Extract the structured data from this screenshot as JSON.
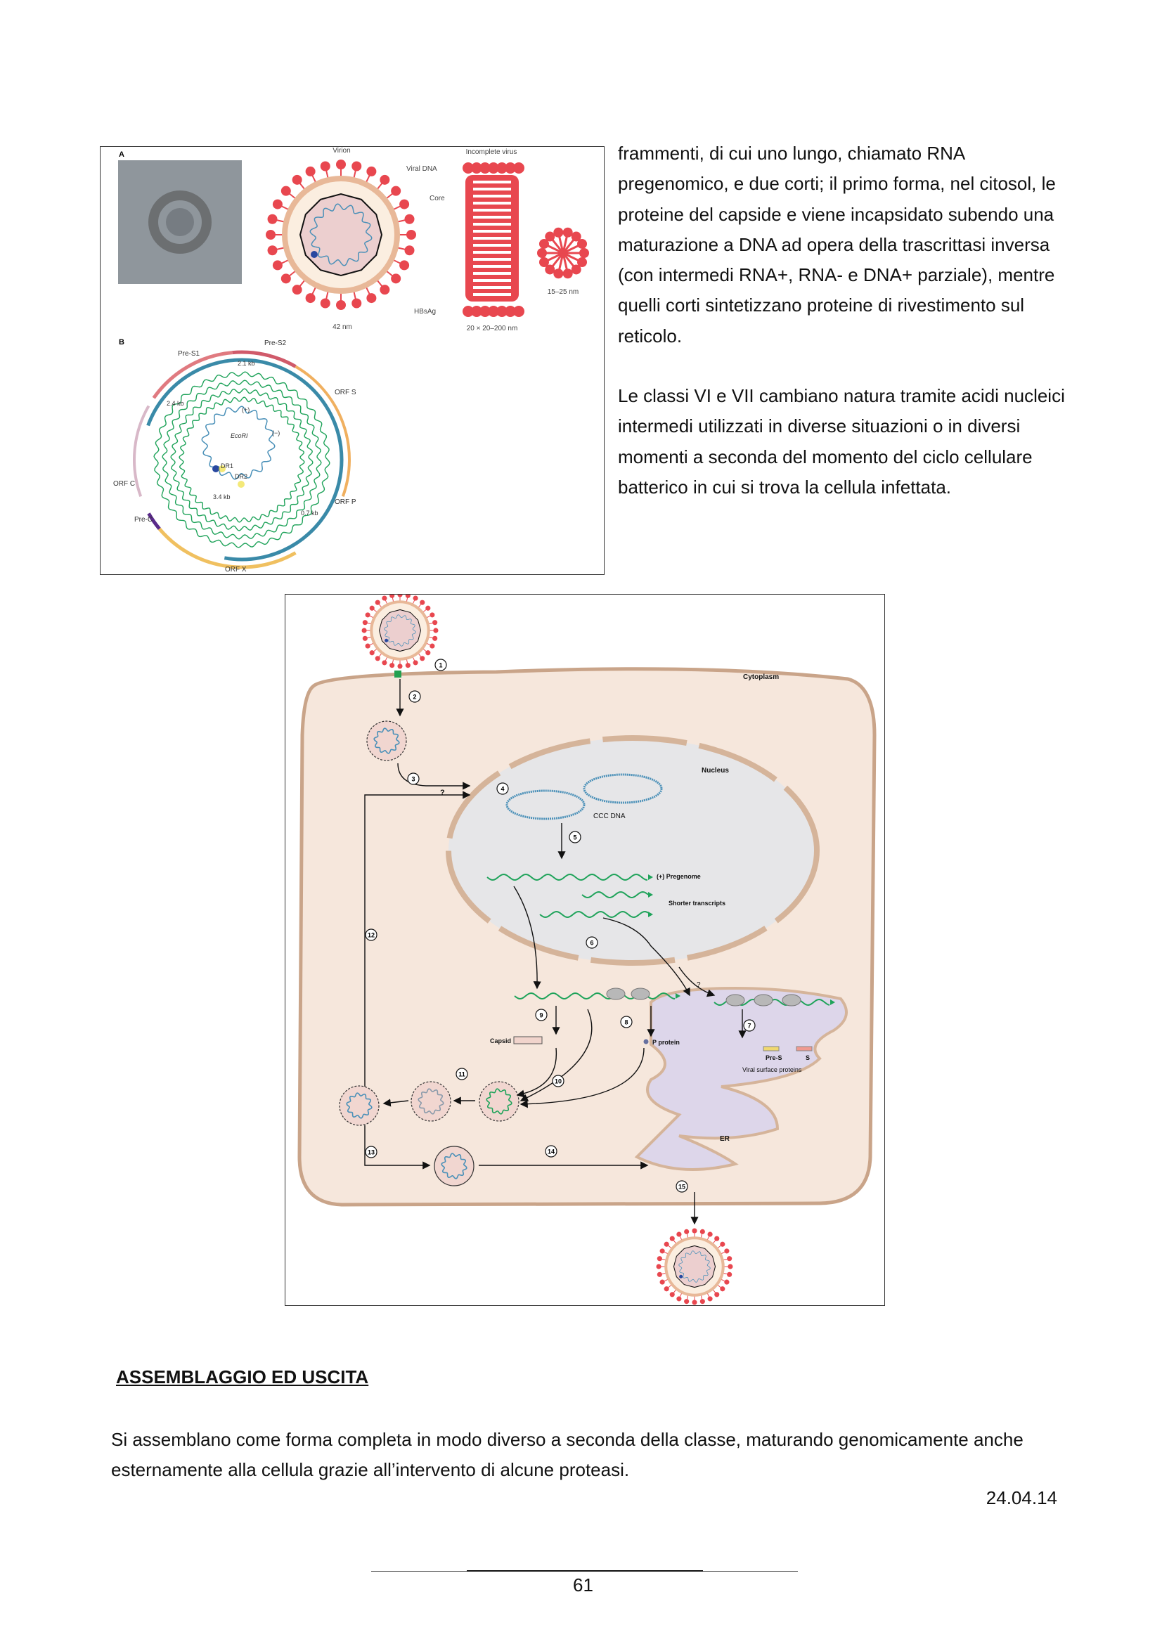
{
  "figure1": {
    "panel_a": "A",
    "panel_b": "B",
    "virion": "Virion",
    "incomplete": "Incomplete virus",
    "viral_dna": "Viral DNA",
    "core": "Core",
    "hbsag": "HBsAg",
    "size_virion": "42 nm",
    "size_rod": "20 × 20–200 nm",
    "size_sphere": "15–25 nm",
    "pre_s1": "Pre-S1",
    "pre_s2": "Pre-S2",
    "kb21": "2.1 kb",
    "orf_s": "ORF S",
    "kb24": "2.4 kb",
    "plus": "(+)",
    "ecori": "EcoRI",
    "minus": "(−)",
    "dr1": "DR1",
    "dr2": "DR2",
    "kb34": "3.4 kb",
    "orf_c": "ORF C",
    "orf_p": "ORF P",
    "kb07": "0.7 kb",
    "pre_c": "Pre-C",
    "orf_x": "ORF X"
  },
  "right_column": {
    "p1": "frammenti, di cui uno lungo, chiamato RNA pregenomico, e due corti; il primo forma, nel citosol, le proteine del capside e viene incapsidato subendo una maturazione a DNA ad opera della trascrittasi inversa (con intermedi RNA+, RNA- e DNA+ parziale), mentre quelli corti sintetizzano proteine di rivestimento sul reticolo.",
    "p2": "Le classi VI e VII cambiano natura tramite acidi nucleici intermedi utilizzati in diverse situazioni o in diversi momenti a seconda del momento del ciclo cellulare batterico in cui si trova la cellula infettata."
  },
  "figure2": {
    "cytoplasm": "Cytoplasm",
    "nucleus": "Nucleus",
    "ccc_dna": "CCC DNA",
    "pregenome": "(+) Pregenome",
    "shorter": "Shorter transcripts",
    "capsid": "Capsid",
    "p_protein": "P protein",
    "pre_s": "Pre-S",
    "s": "S",
    "surface": "Viral surface proteins",
    "er": "ER",
    "q": "?",
    "steps": [
      "1",
      "2",
      "3",
      "4",
      "5",
      "6",
      "7",
      "8",
      "9",
      "10",
      "11",
      "12",
      "13",
      "14",
      "15"
    ]
  },
  "section": {
    "heading": "ASSEMBLAGGIO ED USCITA",
    "body": "Si assemblano come forma completa in modo diverso  a seconda della classe, maturando genomicamente anche esternamente alla cellula grazie all’intervento di alcune proteasi.",
    "date": "24.04.14"
  },
  "footer": {
    "page": "61"
  },
  "colors": {
    "spike": "#e8474f",
    "membrane": "#e8b898",
    "cell": "#f6e7dc",
    "nucleus": "#e6e6e8",
    "er": "#ddd6ea",
    "dna": "#4a90b8",
    "rna": "#1fa35a"
  }
}
